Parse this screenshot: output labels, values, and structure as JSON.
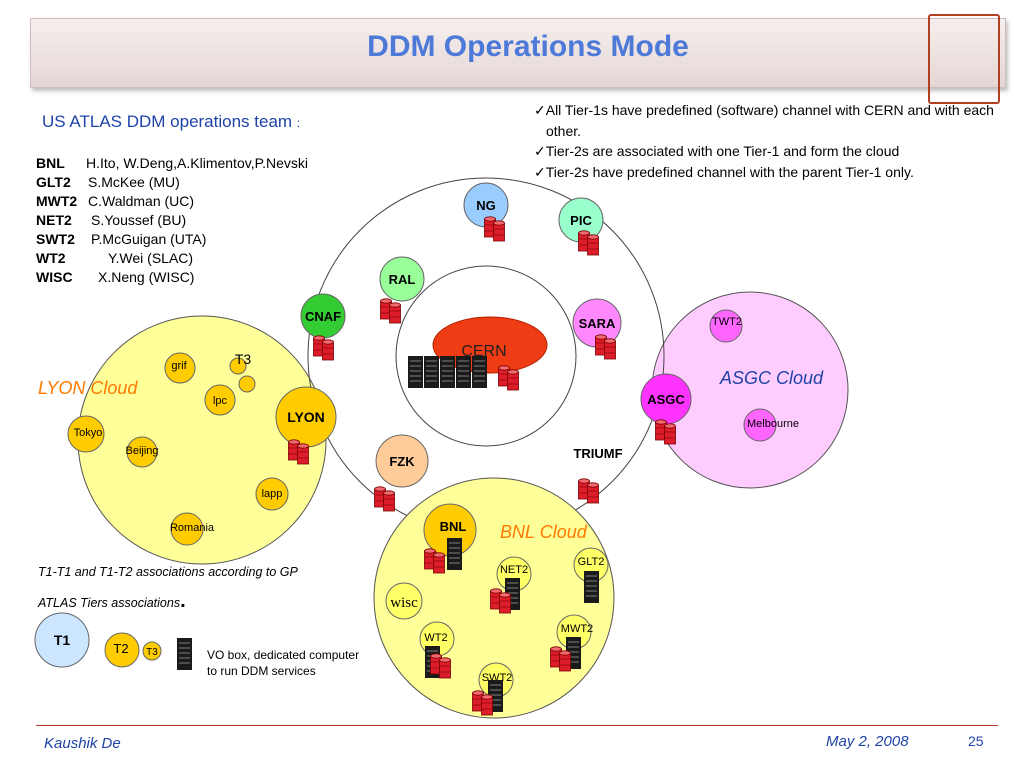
{
  "slide": {
    "title": "DDM Operations Mode"
  },
  "team": {
    "heading": "US ATLAS DDM operations  team",
    "heading_suffix": ":",
    "members": [
      {
        "site": "BNL",
        "people": "H.Ito, W.Deng,A.Klimentov,P.Nevski"
      },
      {
        "site": "GLT2",
        "people": "S.McKee (MU)"
      },
      {
        "site": "MWT2",
        "people": "C.Waldman (UC)"
      },
      {
        "site": "NET2",
        "people": "S.Youssef  (BU)"
      },
      {
        "site": "SWT2",
        "people": "P.McGuigan (UTA)"
      },
      {
        "site": "WT2",
        "people": "Y.Wei (SLAC)"
      },
      {
        "site": "WISC",
        "people": "X.Neng (WISC)"
      }
    ]
  },
  "bullets": [
    "All Tier-1s have predefined (software) channel with CERN and with each other.",
    "Tier-2s are associated with one Tier-1 and form the cloud",
    "Tier-2s have predefined channel with the parent Tier-1 only."
  ],
  "diagram": {
    "center": "CERN",
    "tier1": [
      "NG",
      "PIC",
      "RAL",
      "CNAF",
      "SARA",
      "LYON",
      "ASGC",
      "FZK",
      "TRIUMF",
      "BNL"
    ],
    "clouds": {
      "lyon": "LYON Cloud",
      "asgc": "ASGC Cloud",
      "bnl": "BNL Cloud"
    },
    "lyon_sites": [
      "grif",
      "T3",
      "lpc",
      "Tokyo",
      "Beijing",
      "lapp",
      "Romania"
    ],
    "asgc_sites": [
      "TWT2",
      "Melbourne"
    ],
    "bnl_sites": [
      "GLT2",
      "NET2",
      "wisc",
      "MWT2",
      "WT2",
      "SWT2"
    ]
  },
  "caption": {
    "line1": "T1-T1 and T1-T2 associations according to GP",
    "line2": "ATLAS Tiers associations",
    "line2_end": "."
  },
  "legend": {
    "t1": "T1",
    "t2": "T2",
    "t3": "T3",
    "vobox_line1": "VO box,  dedicated computer",
    "vobox_line2": "to run DDM services"
  },
  "footer": {
    "author": "Kaushik De",
    "date": "May 2, 2008",
    "page": "25"
  },
  "colors": {
    "title": "#4d7ad8",
    "team_heading": "#1f43a8",
    "cloud_label": "#1f43a8",
    "cern": "#f03c14",
    "lyon_cloud": "#ffff99",
    "asgc_cloud": "#ffccff",
    "bnl_cloud": "#ffff99",
    "disk": "#dd1d2a"
  }
}
